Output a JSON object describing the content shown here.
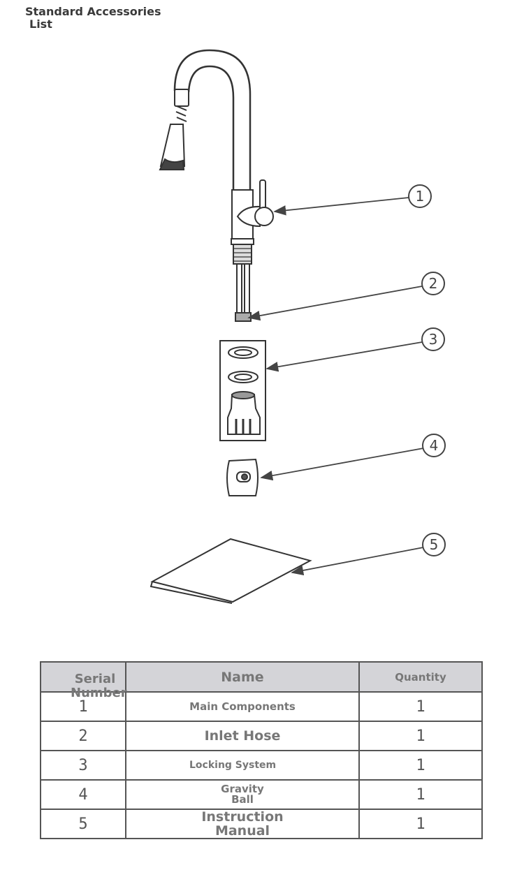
{
  "title": {
    "line1": "Standard Accessories",
    "line2": "List"
  },
  "callouts": [
    "1",
    "2",
    "3",
    "4",
    "5"
  ],
  "table": {
    "headers": {
      "serial_1": "Serial",
      "serial_2": "Number",
      "name": "Name",
      "quantity": "Quantity"
    },
    "rows": [
      {
        "serial": "1",
        "name": "Main Components",
        "quantity": "1"
      },
      {
        "serial": "2",
        "name": "Inlet Hose",
        "quantity": "1"
      },
      {
        "serial": "3",
        "name": "Locking System",
        "quantity": "1"
      },
      {
        "serial": "4",
        "name_1": "Gravity",
        "name_2": "Ball",
        "quantity": "1"
      },
      {
        "serial": "5",
        "name_1": "Instruction",
        "name_2": "Manual",
        "quantity": "1"
      }
    ]
  }
}
